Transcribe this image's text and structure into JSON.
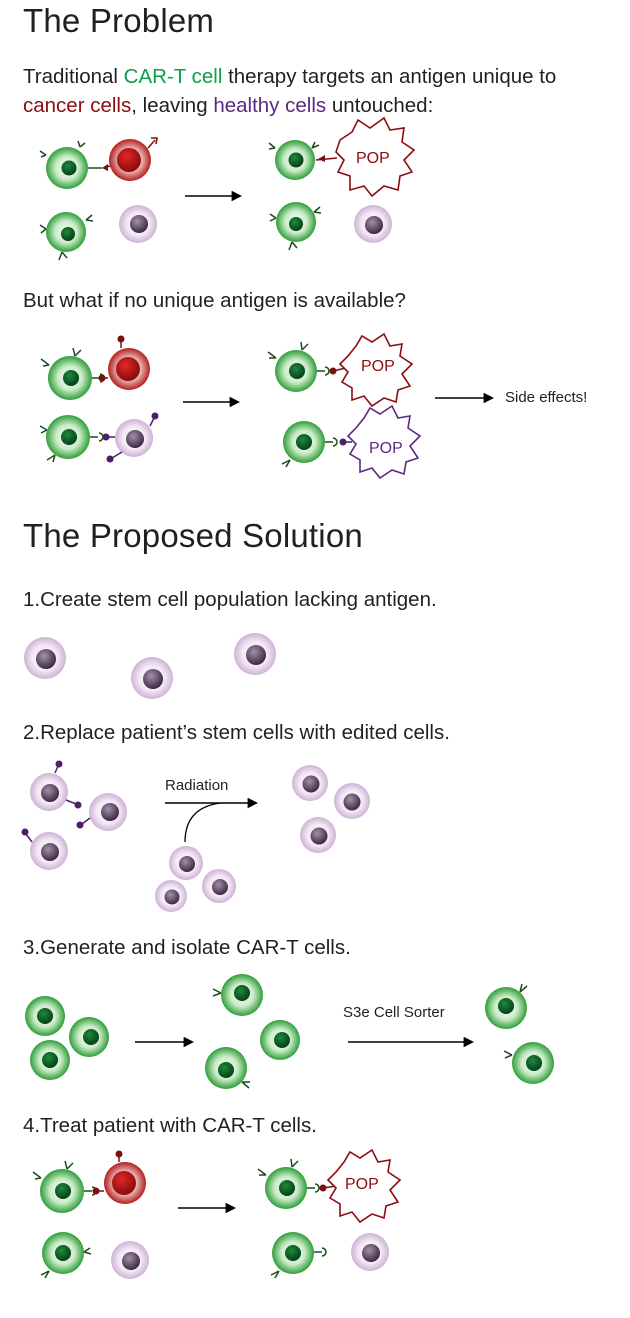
{
  "problem": {
    "title": "The Problem",
    "intro": {
      "part1": "Traditional ",
      "car_t": "CAR-T cell",
      "part2": " therapy targets an antigen unique to ",
      "cancer": "cancer cells",
      "part3": ", leaving ",
      "healthy": "healthy cells",
      "part4": " untouched:"
    },
    "question": "But what if no unique antigen is available?",
    "pop_label": "POP",
    "side_effects": "Side effects!"
  },
  "solution": {
    "title": "The Proposed Solution",
    "step1": "1.Create stem cell population lacking antigen.",
    "step2": "2.Replace patient’s stem cells with edited cells.",
    "radiation": "Radiation",
    "step3": "3.Generate and isolate CAR-T cells.",
    "sorter": "S3e Cell Sorter",
    "step4": "4.Treat patient with CAR-T cells."
  },
  "colors": {
    "t_cell": "#3fae3f",
    "cancer_cell": "#a31818",
    "healthy_cell": "#e7d6ec",
    "nucleus_healthy": "#6b5570",
    "antigen_red": "#7a0f12",
    "antigen_purple": "#4e1d6b"
  }
}
